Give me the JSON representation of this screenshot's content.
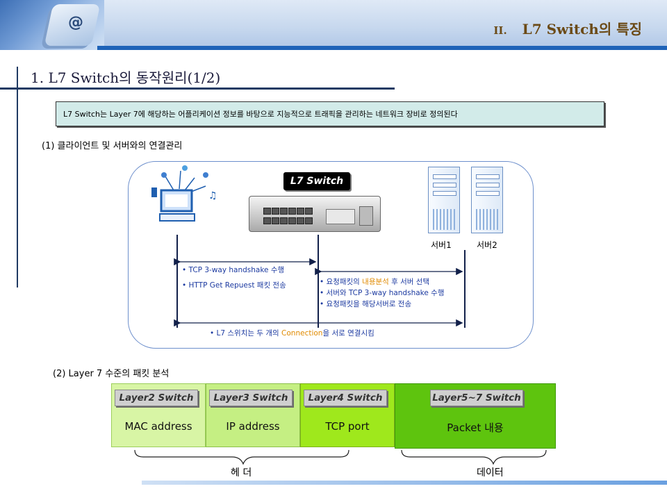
{
  "header": {
    "section_num": "II.",
    "section_title": "L7 Switch의 특징"
  },
  "page_title": "1. L7 Switch의 동작원리(1/2)",
  "definition": "L7 Switch는 Layer 7에 해당하는 어플리케이션 정보를 바탕으로 지능적으로 트래픽을 관리하는 네트워크 장비로 정의된다",
  "section1": {
    "heading": "(1) 클라이언트 및 서버와의 연결관리",
    "switch_label": "L7 Switch",
    "server1": "서버1",
    "server2": "서버2",
    "client_notes": [
      "• TCP 3-way handshake 수행",
      "• HTTP Get Repuest 패킷 전송"
    ],
    "switch_note_1_prefix": "• 요청패킷의 ",
    "switch_note_1_highlight": "내용분석",
    "switch_note_1_suffix": " 후 서버 선택",
    "switch_note_2": "• 서버와 TCP 3-way handshake 수행",
    "switch_note_3": "• 요청패킷을 해당서버로 전송",
    "bottom_prefix": "• L7 스위치는 두 개의 ",
    "bottom_highlight": "Connection",
    "bottom_suffix": "을 서로 연결시킴"
  },
  "section2": {
    "heading": "(2) Layer 7 수준의 패킷 분석",
    "layers": [
      {
        "tag": "Layer2 Switch",
        "value": "MAC address",
        "color": "#d8f5a5"
      },
      {
        "tag": "Layer3 Switch",
        "value": "IP address",
        "color": "#c5ef83"
      },
      {
        "tag": "Layer4 Switch",
        "value": "TCP port",
        "color": "#9fe81c"
      },
      {
        "tag": "Layer5~7 Switch",
        "value": "Packet 내용",
        "color": "#5ec40e"
      }
    ],
    "header_label": "헤 더",
    "data_label": "데이터"
  },
  "colors": {
    "accent": "#1e63b8",
    "title_brown": "#6b4a16",
    "note_blue": "#1c3aa0",
    "highlight": "#e08a00"
  }
}
